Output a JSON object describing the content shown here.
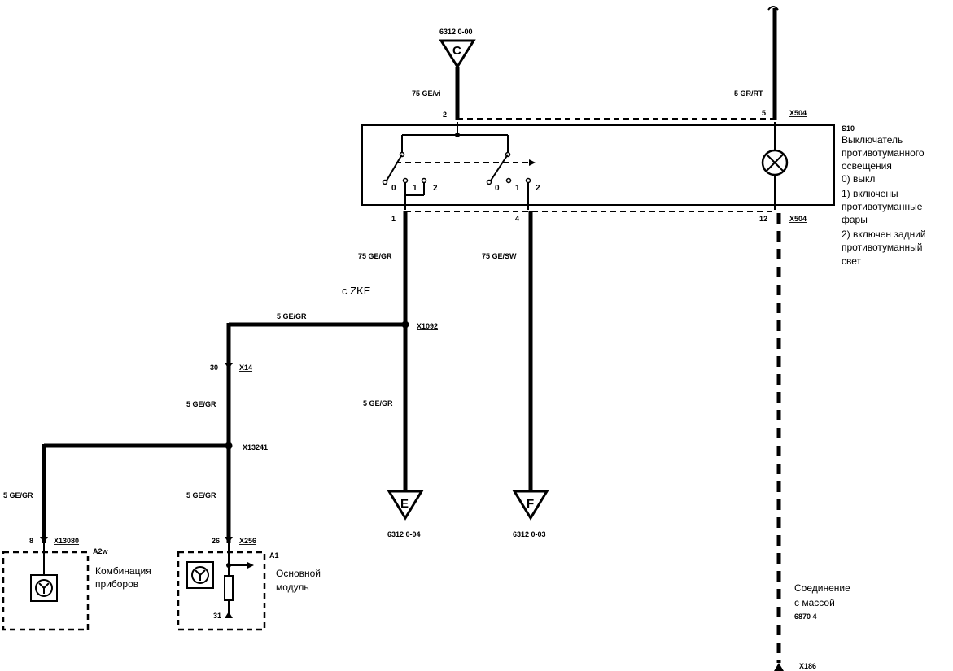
{
  "connectors": {
    "c_top": {
      "letter": "C",
      "ref": "6312 0-00"
    },
    "e_bottom": {
      "letter": "E",
      "ref": "6312 0-04"
    },
    "f_bottom": {
      "letter": "F",
      "ref": "6312 0-03"
    }
  },
  "wires": {
    "top_left": "75 GE/vi",
    "top_right": "5 GR/RT",
    "mid_left": "75 GE/GR",
    "mid_right": "75 GE/SW",
    "horizontal": "5 GE/GR",
    "x1092_down": "5 GE/GR",
    "x14_down": "5 GE/GR",
    "left_branch": "5 GE/GR",
    "to_a1": "5 GE/GR"
  },
  "pins": {
    "s10_pin2": "2",
    "s10_pin5": "5",
    "s10_pin1": "1",
    "s10_pin4": "4",
    "s10_pin12": "12",
    "x14_pin": "30",
    "a2w_pin": "8",
    "a1_pin": "26",
    "a1_ground_pin": "31"
  },
  "plugs": {
    "x504_top": "X504",
    "x504_bottom": "X504",
    "x1092": "X1092",
    "x14": "X14",
    "x13241": "X13241",
    "x13080": "X13080",
    "x256": "X256",
    "x186": "X186"
  },
  "switch": {
    "id": "S10",
    "title_1": "Выключатель",
    "title_2": "противотуманного",
    "title_3": "освещения",
    "pos_0": "0) выкл",
    "pos_1a": "1) включены",
    "pos_1b": "противотуманные",
    "pos_1c": "фары",
    "pos_2a": "2) включен задний",
    "pos_2b": "противотуманный",
    "pos_2c": "свет",
    "sw1_positions": [
      "0",
      "1",
      "2"
    ],
    "sw2_positions": [
      "0",
      "1",
      "2"
    ]
  },
  "notes": {
    "zke": "с ZKE"
  },
  "components": {
    "a2w": {
      "id": "A2w",
      "line1": "Комбинация",
      "line2": "приборов"
    },
    "a1": {
      "id": "A1",
      "line1": "Основной",
      "line2": "модуль"
    }
  },
  "ground": {
    "line1": "Соединение",
    "line2": "с массой",
    "line3": "6870 4"
  }
}
